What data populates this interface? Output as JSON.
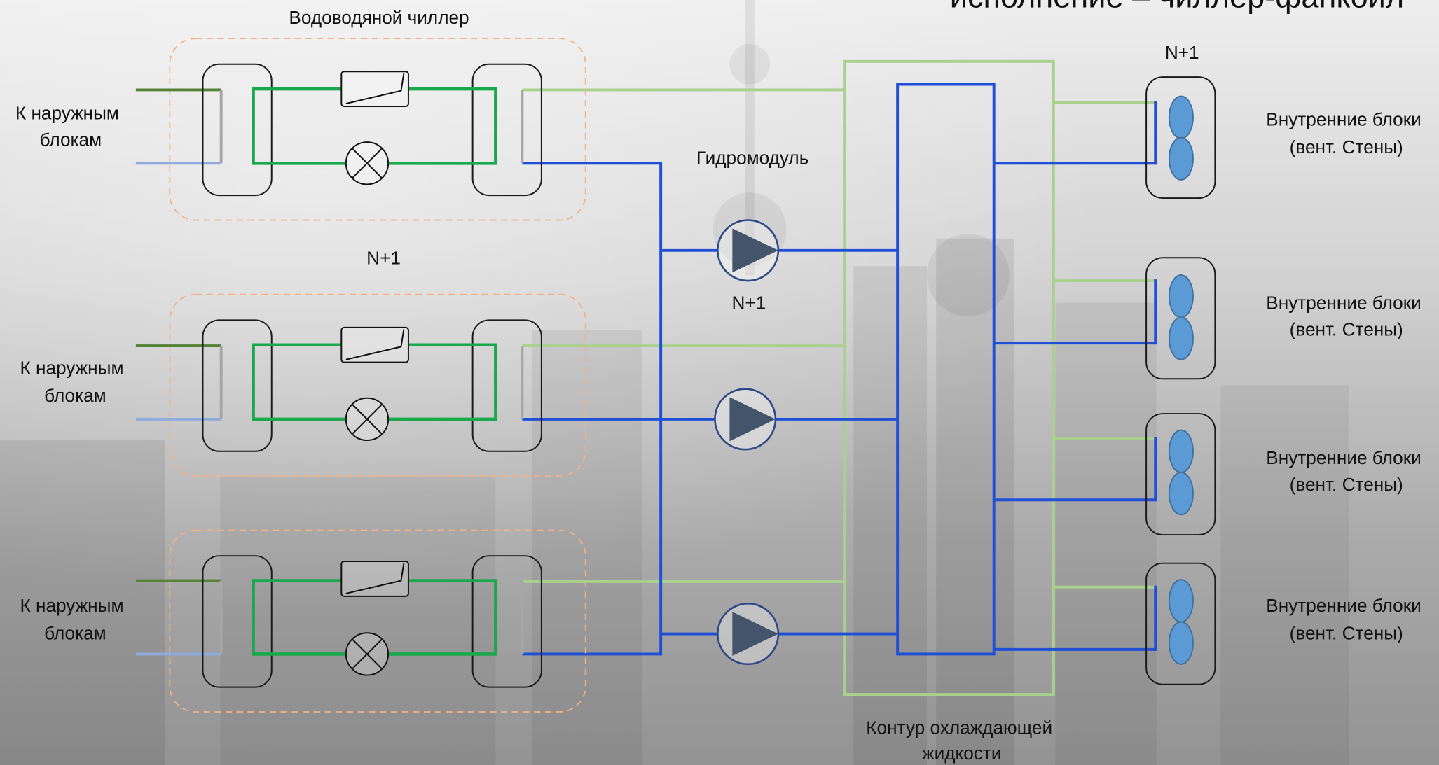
{
  "title": "исполнение – чиллер-фанкойл",
  "chillers": {
    "group_label": "Водоводяной чиллер",
    "redundancy_label": "N+1",
    "units": [
      {
        "outdoor_label": [
          "К наружным",
          "блокам"
        ]
      },
      {
        "outdoor_label": [
          "К наружным",
          "блокам"
        ]
      },
      {
        "outdoor_label": [
          "К наружным",
          "блокам"
        ]
      }
    ]
  },
  "hydromodule": {
    "label": "Гидромодуль",
    "redundancy_label": "N+1"
  },
  "coolant_loop": {
    "label": [
      "Контур охлаждающей",
      "жидкости"
    ]
  },
  "indoor_units": {
    "redundancy_label": "N+1",
    "units": [
      {
        "label": [
          "Внутренние блоки",
          "(вент. Стены)"
        ]
      },
      {
        "label": [
          "Внутренние блоки",
          "(вент. Стены)"
        ]
      },
      {
        "label": [
          "Внутренние блоки",
          "(вент. Стены)"
        ]
      },
      {
        "label": [
          "Внутренние блоки",
          "(вент. Стены)"
        ]
      }
    ]
  },
  "colors": {
    "refrigerant_circuit": "#1aa84c",
    "water_pipe_blue": "#1f4fd6",
    "water_pipe_green": "#a9d18e",
    "outdoor_pipe_dark": "#548235",
    "outdoor_pipe_light": "#8faadc",
    "chiller_outline": "#f4b183",
    "fan": "#5b9bd5",
    "pump_triangle": "#44546a"
  }
}
